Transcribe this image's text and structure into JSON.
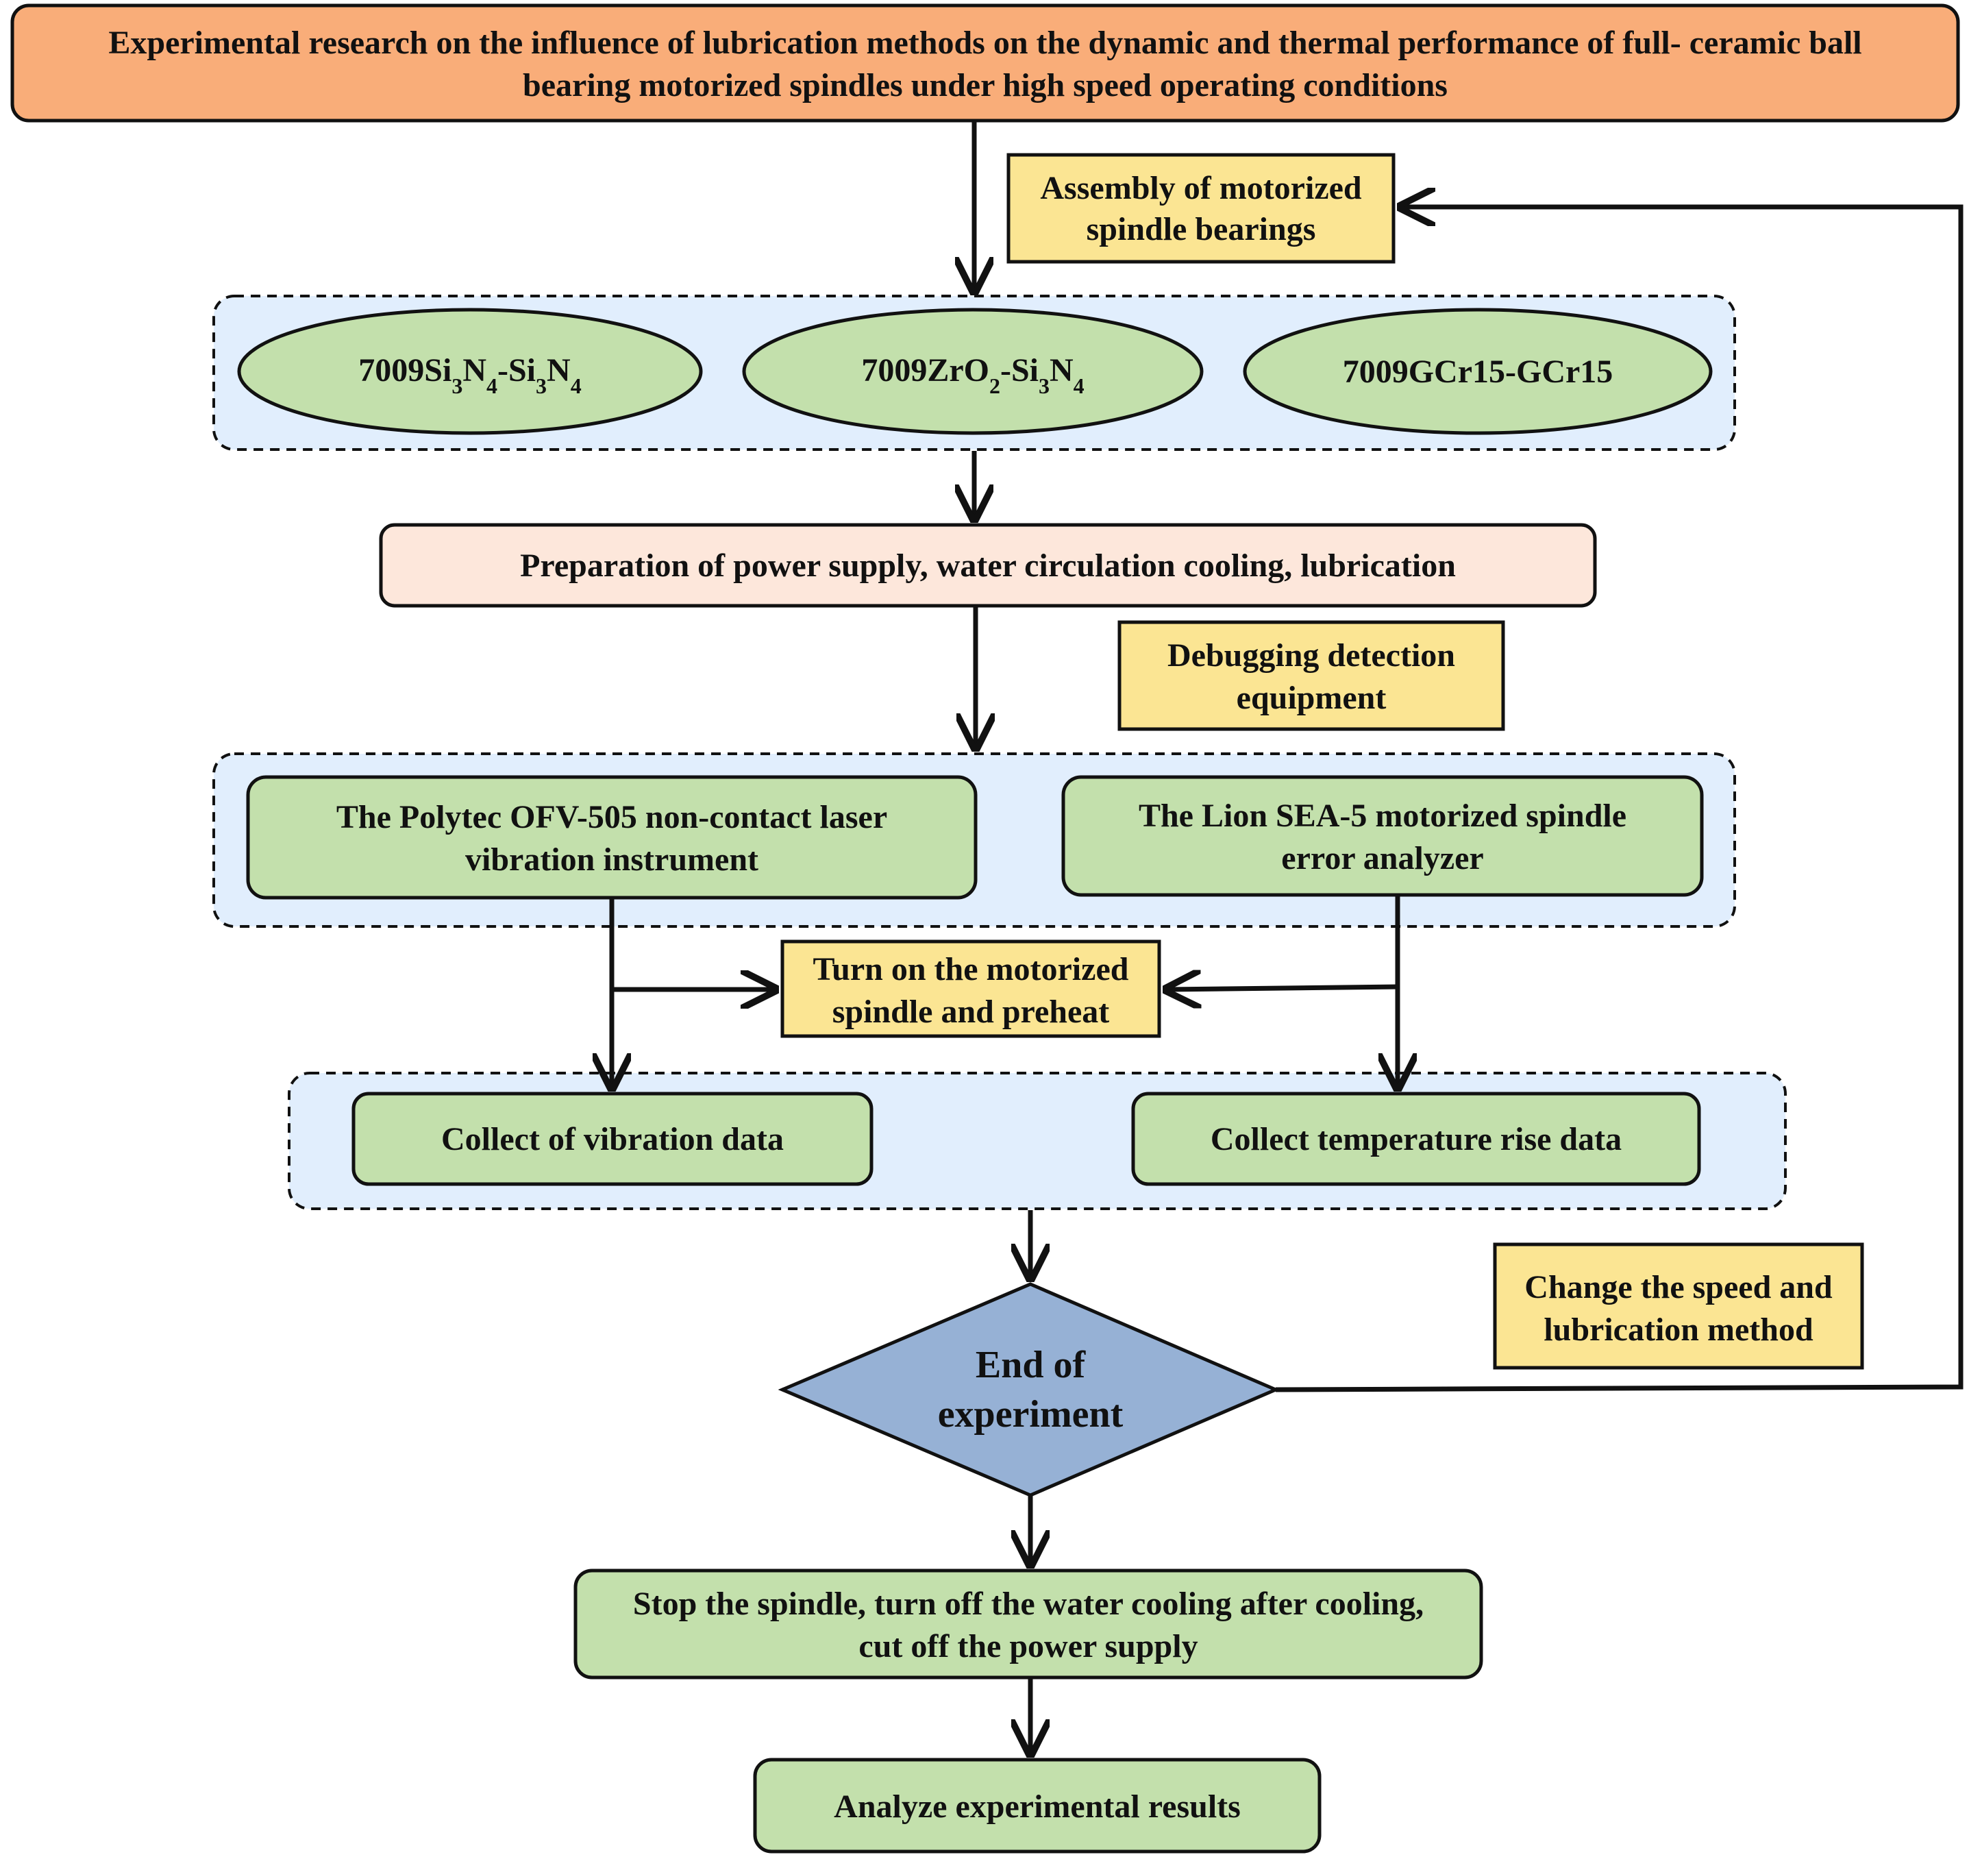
{
  "colors": {
    "title_fill": "#F9AD79",
    "group_fill": "#E1EEFD",
    "process_fill": "#C3E0AC",
    "note_fill": "#FBE593",
    "prep_fill": "#FDE7DB",
    "decision_fill": "#96B1D5",
    "stroke": "#111111"
  },
  "title": {
    "line1": "Experimental research on the influence of lubrication methods on the dynamic and thermal performance of full- ceramic ball",
    "line2": "bearing motorized spindles under high speed operating conditions"
  },
  "assembly_note": {
    "line1": "Assembly of motorized",
    "line2": "spindle bearings"
  },
  "bearings": [
    {
      "label": "7009Si",
      "sub1": "3",
      "mid1": "N",
      "sub2": "4",
      "mid2": "-Si",
      "sub3": "3",
      "mid3": "N",
      "sub4": "4"
    },
    {
      "label": "7009ZrO",
      "sub1": "2",
      "mid1": "-Si",
      "sub2": "3",
      "mid2": "N",
      "sub3": "4"
    },
    {
      "label": "7009GCr15-GCr15"
    }
  ],
  "preparation": "Preparation of power supply, water circulation cooling, lubrication",
  "debug_note": {
    "line1": "Debugging  detection",
    "line2": "equipment"
  },
  "instruments": [
    {
      "line1": "The Polytec OFV-505 non-contact laser",
      "line2": "vibration instrument"
    },
    {
      "line1": "The Lion SEA-5 motorized spindle",
      "line2": "error analyzer"
    }
  ],
  "preheat_note": {
    "line1": "Turn on the motorized",
    "line2": "spindle and preheat"
  },
  "collect": [
    "Collect of vibration data",
    "Collect temperature rise data"
  ],
  "change_note": {
    "line1": "Change the speed and",
    "line2": "lubrication method"
  },
  "decision": {
    "line1": "End of",
    "line2": "experiment"
  },
  "stop": {
    "line1": "Stop the spindle, turn off the water cooling after cooling,",
    "line2": "cut off the power supply"
  },
  "analyze": "Analyze experimental results"
}
